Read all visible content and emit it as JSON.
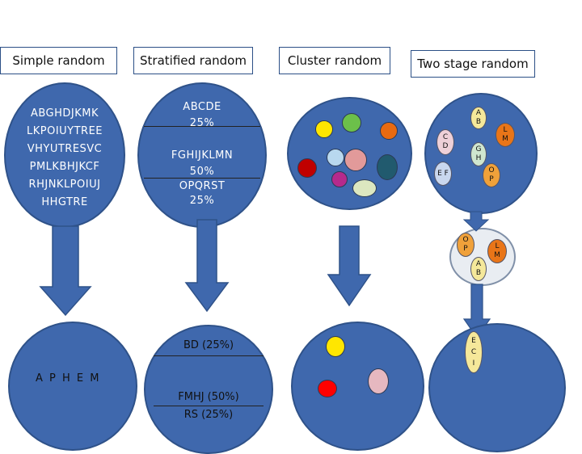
{
  "headers": {
    "simple": "Simple random",
    "stratified": "Stratified random",
    "cluster": "Cluster random",
    "two_stage": "Two stage random"
  },
  "simple": {
    "population_lines": [
      "ABGHDJKMK",
      "LKPOIUYTREE",
      "VHYUTRESVC",
      "PMLKBHJKCF",
      "RHJNKLPOIUJ",
      "HHGTRE"
    ],
    "sample": "A P H E M"
  },
  "stratified": {
    "stratum1_letters": "ABCDE",
    "stratum1_pct": "25%",
    "stratum2_letters": "FGHIJKLMN",
    "stratum2_pct": "50%",
    "stratum3_letters": "OPQRST",
    "stratum3_pct": "25%",
    "sample1": "BD (25%)",
    "sample2": "FMHJ (50%)",
    "sample3": "RS (25%)"
  },
  "cluster": {
    "colors": [
      "#ffe600",
      "#6cc04a",
      "#e96a10",
      "#b8d8ef",
      "#c00000",
      "#b52a8c",
      "#e29a9a",
      "#215a6e",
      "#dce7c0"
    ],
    "sample_colors": [
      "#ffe600",
      "#e6b8c0",
      "#ff0000"
    ]
  },
  "two_stage": {
    "pairs": [
      "A B",
      "C D",
      "L M",
      "G H",
      "E F",
      "O P"
    ],
    "stage1": [
      "O P",
      "L M",
      "A B"
    ],
    "stage2": [
      "E C I"
    ]
  },
  "palette": {
    "circle_fill": "#3f68ad",
    "arrow_fill": "#3f68ad"
  }
}
